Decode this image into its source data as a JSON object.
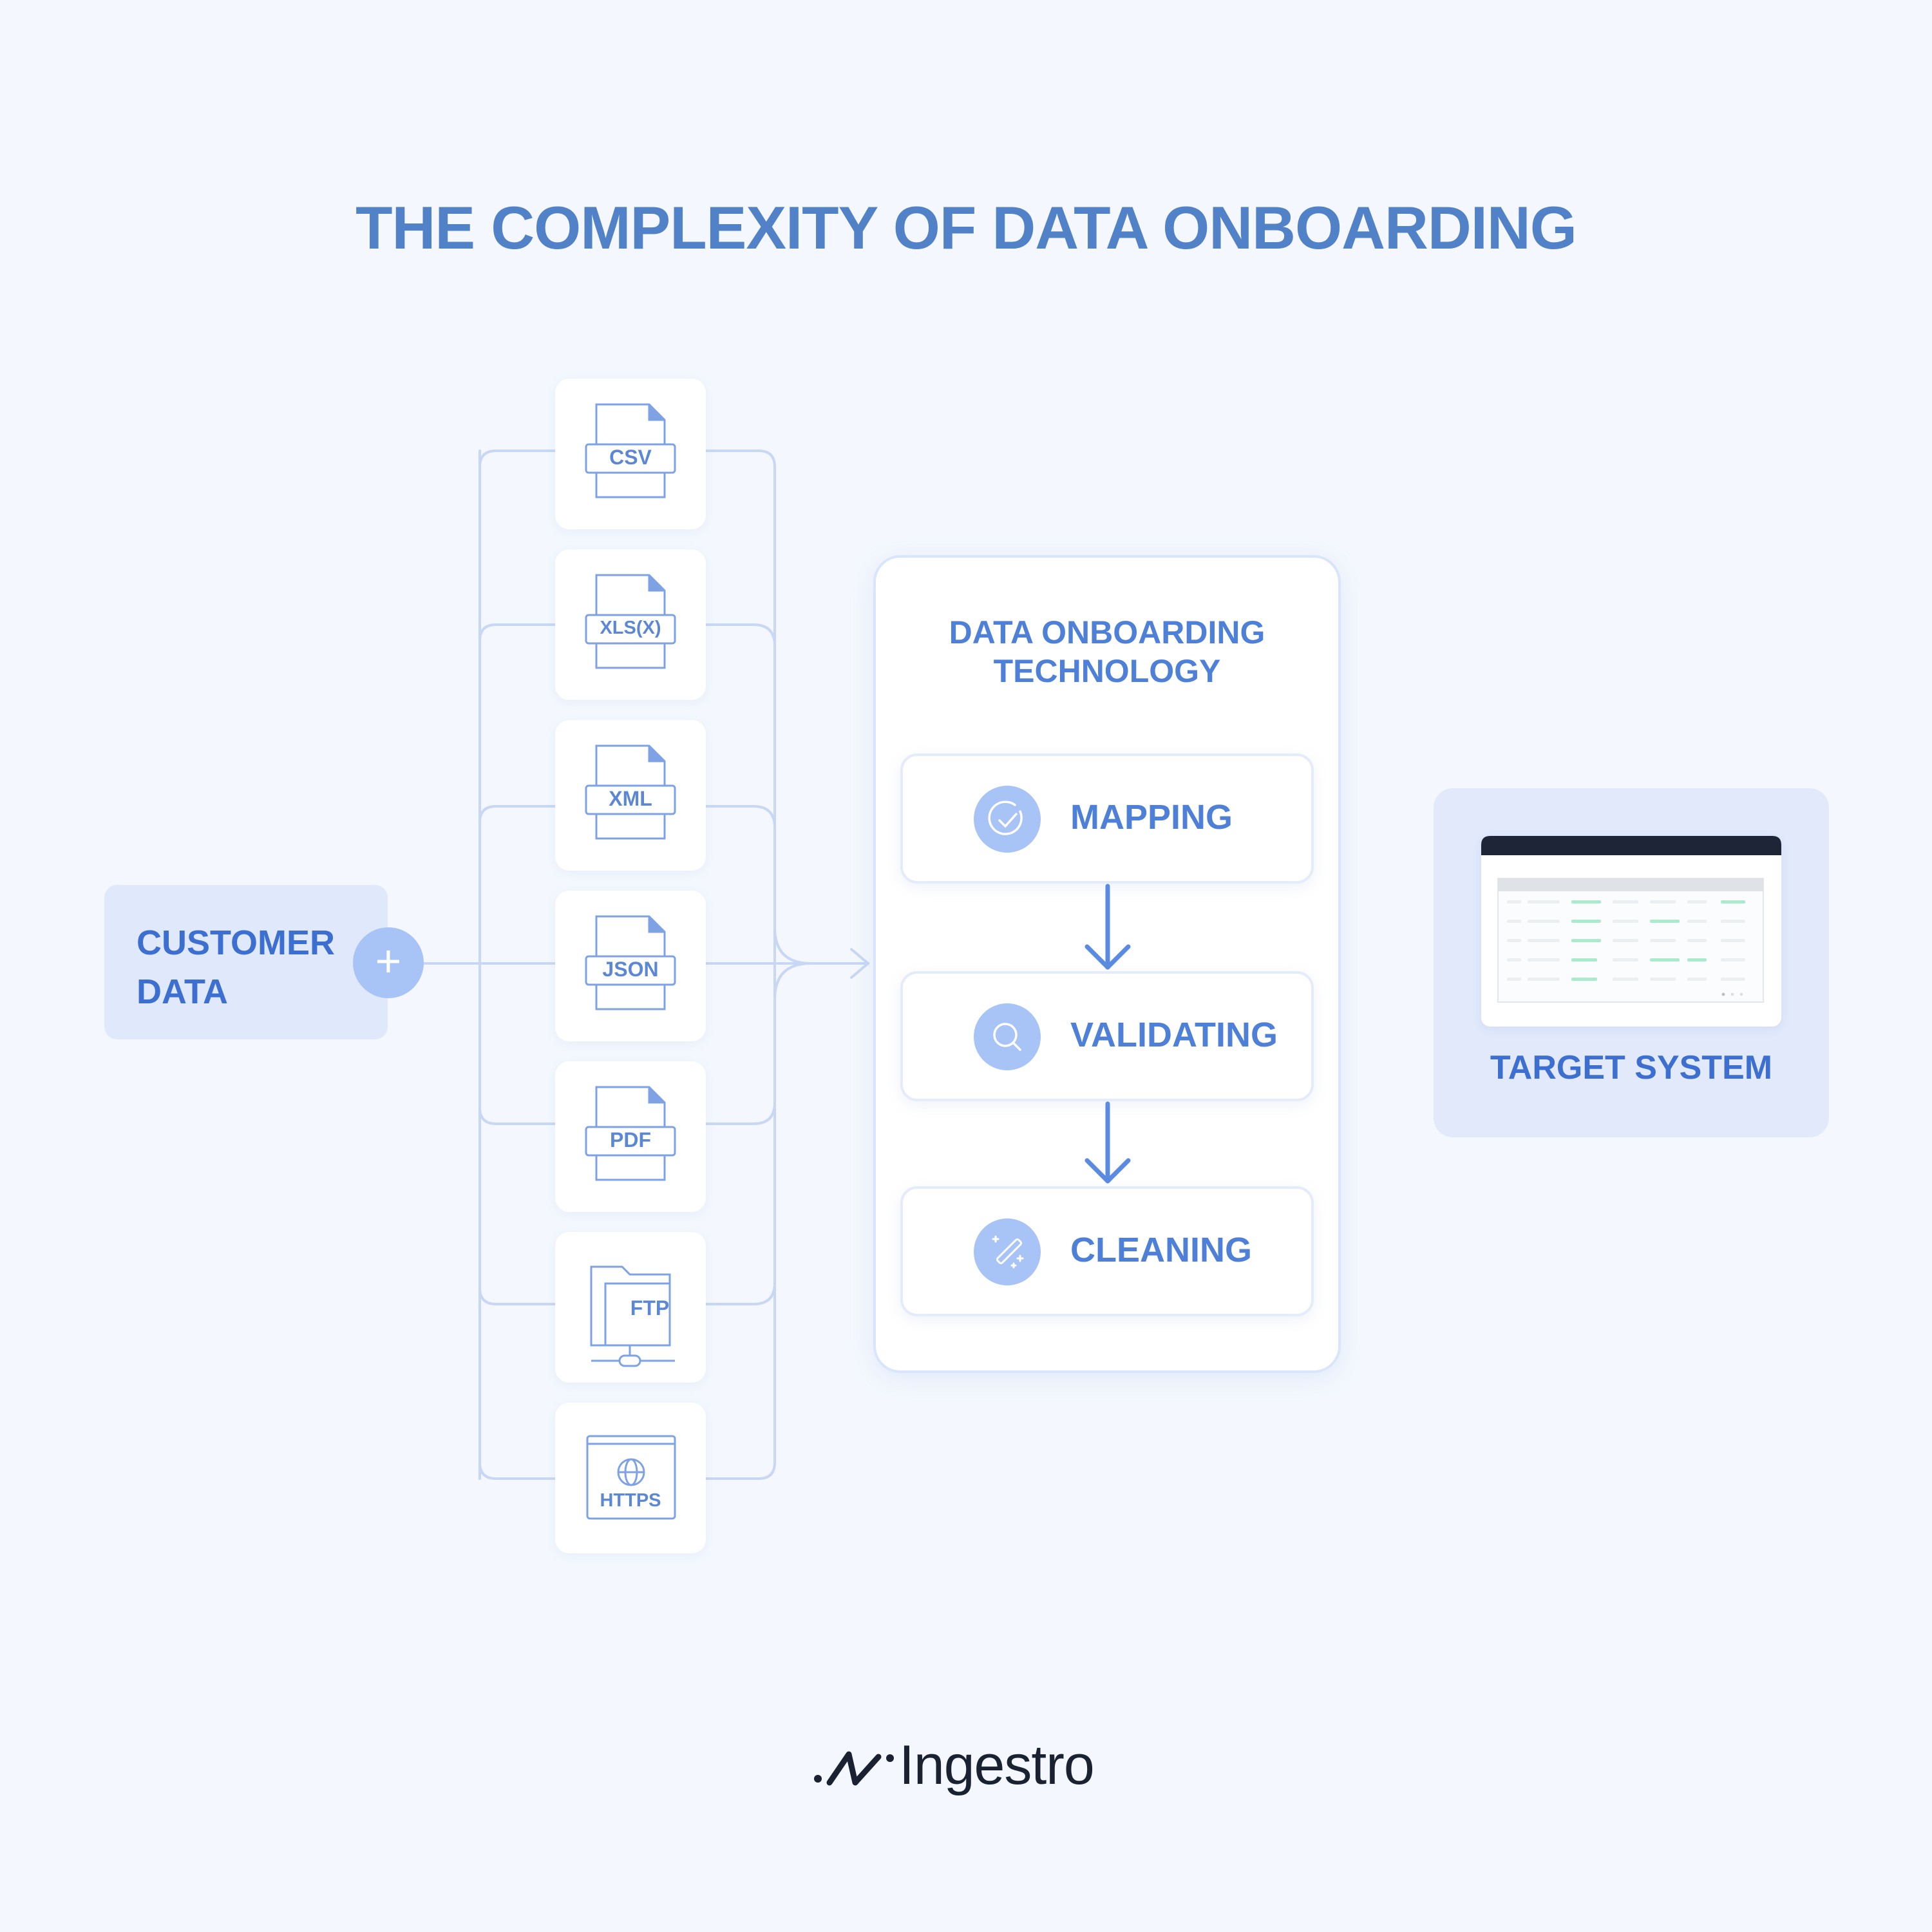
{
  "title": "THE COMPLEXITY OF DATA ONBOARDING",
  "customer": {
    "line1": "CUSTOMER",
    "line2": "DATA"
  },
  "formats": [
    "CSV",
    "XLS(X)",
    "XML",
    "JSON",
    "PDF",
    "FTP",
    "HTTPS"
  ],
  "technology": {
    "title_line1": "DATA ONBOARDING",
    "title_line2": "TECHNOLOGY",
    "steps": [
      "MAPPING",
      "VALIDATING",
      "CLEANING"
    ]
  },
  "target": {
    "label": "TARGET SYSTEM"
  },
  "brand": {
    "name": "Ingestro"
  },
  "colors": {
    "background": "#f4f8fe",
    "title": "#5181c6",
    "accent": "#4f80d8",
    "icon_fill": "#a8c3f5",
    "connector": "#c8d8f4",
    "table_highlight": "#a9ebcc"
  }
}
